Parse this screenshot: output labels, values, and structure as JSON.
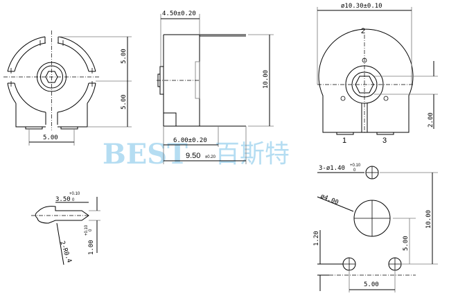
{
  "watermark": {
    "latin": "BEST",
    "chinese": "百斯特",
    "color": "#a9d8f0"
  },
  "front_view": {
    "dim_top_half": "5.00",
    "dim_bottom_half": "5.00",
    "dim_pin_spacing": "5.00"
  },
  "side_view": {
    "dim_shaft_length": "4.50±0.20",
    "dim_height": "10.00",
    "dim_body_depth": "6.00±0.20",
    "dim_total_depth": "9.50",
    "dim_total_depth_tol": "±0.20"
  },
  "back_view": {
    "dim_diameter": "ø10.30±0.10",
    "dim_offset": "2.00",
    "pin_label_2": "2",
    "pin_label_1": "1",
    "pin_label_3": "3"
  },
  "pin_detail": {
    "dim_length": "3.50",
    "dim_length_tol_upper": "+0.10",
    "dim_length_tol_lower": "0",
    "dim_width": "1.00",
    "dim_width_tol_upper": "+0.10",
    "dim_width_tol_lower": "0",
    "dim_radius": "2-R0.4"
  },
  "pcb_layout": {
    "dim_hole": "3-ø1.40",
    "dim_hole_tol_upper": "+0.10",
    "dim_hole_tol_lower": "0",
    "dim_center_hole": "ø4.00",
    "dim_height": "10.00",
    "dim_center_offset": "5.00",
    "dim_edge_offset": "1.20",
    "dim_pin_spacing": "5.00"
  }
}
